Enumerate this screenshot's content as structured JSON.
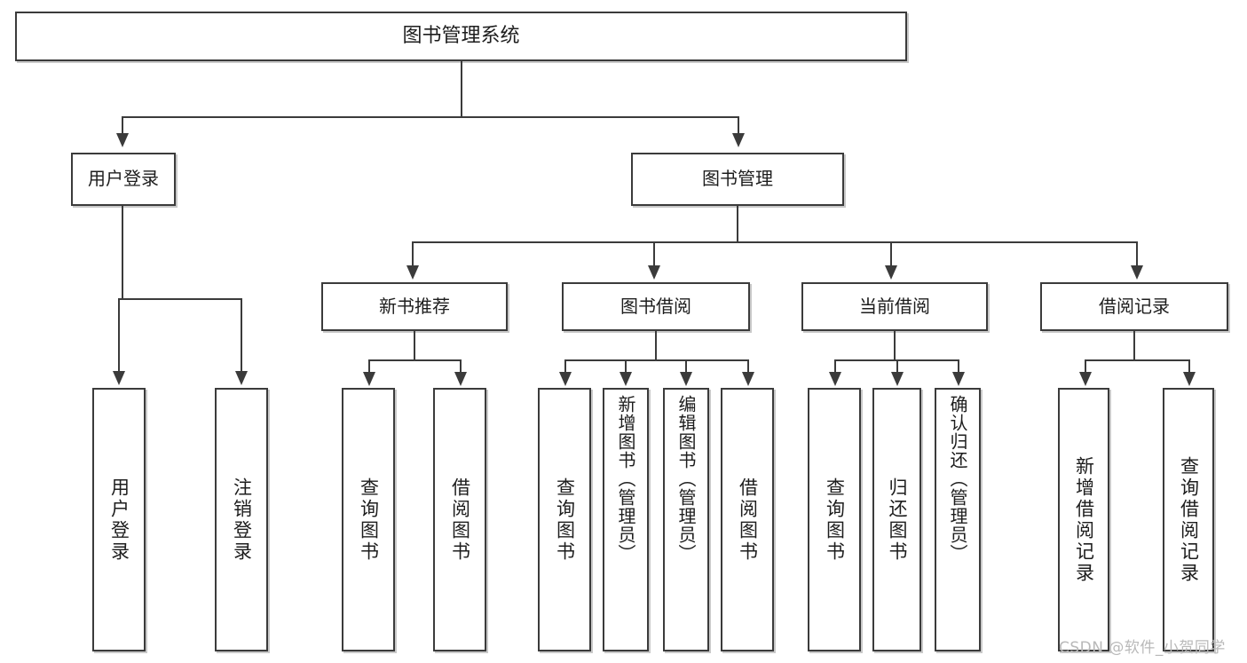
{
  "diagram": {
    "type": "tree",
    "title": "图书管理系统",
    "root": {
      "label": "图书管理系统"
    },
    "level2": [
      {
        "label": "用户登录"
      },
      {
        "label": "图书管理"
      }
    ],
    "level3": [
      {
        "label": "新书推荐"
      },
      {
        "label": "图书借阅"
      },
      {
        "label": "当前借阅"
      },
      {
        "label": "借阅记录"
      }
    ],
    "leaves": {
      "user_login": [
        {
          "label": "用户登录"
        },
        {
          "label": "注销登录"
        }
      ],
      "new_book": [
        {
          "label": "查询图书"
        },
        {
          "label": "借阅图书"
        }
      ],
      "book_borrow": [
        {
          "label": "查询图书"
        },
        {
          "label": "新增图书（管理员）"
        },
        {
          "label": "编辑图书（管理员）"
        },
        {
          "label": "借阅图书"
        }
      ],
      "current_borrow": [
        {
          "label": "查询图书"
        },
        {
          "label": "归还图书"
        },
        {
          "label": "确认归还（管理员）"
        }
      ],
      "borrow_record": [
        {
          "label": "新增借阅记录"
        },
        {
          "label": "查询借阅记录"
        }
      ]
    }
  },
  "watermark": {
    "text": "CSDN @软件_小贺同学"
  },
  "colors": {
    "border": "#3b3b3b",
    "shadow": "#c9c9c9",
    "background": "#ffffff",
    "text": "#1d1d1d",
    "watermark": "#b9b9b9"
  }
}
